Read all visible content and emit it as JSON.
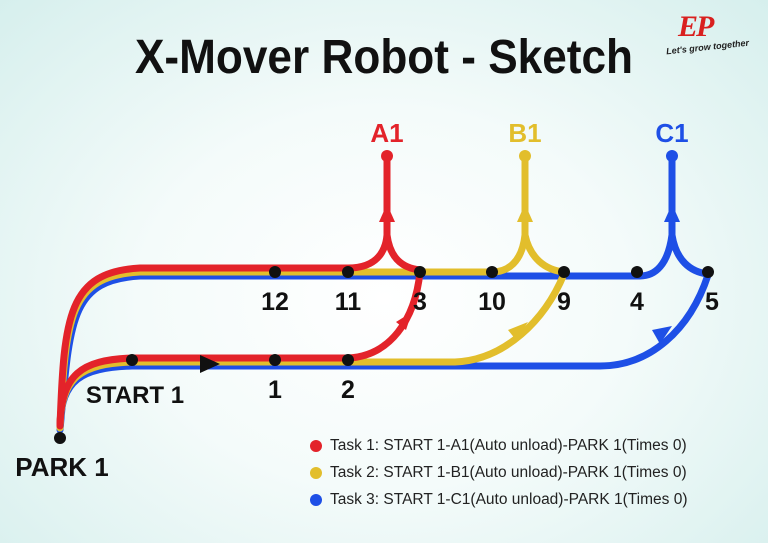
{
  "title": "X-Mover Robot - Sketch",
  "logo": {
    "mark": "EP",
    "tagline": "Let's grow together"
  },
  "colors": {
    "red": "#e3232a",
    "yellow": "#e2be2c",
    "blue": "#1e4fe6",
    "node": "#111111"
  },
  "nodes": {
    "park": "PARK 1",
    "start": "START 1",
    "n1": "1",
    "n2": "2",
    "n3": "3",
    "n4": "4",
    "n5": "5",
    "n9": "9",
    "n10": "10",
    "n11": "11",
    "n12": "12"
  },
  "targets": {
    "a1": "A1",
    "b1": "B1",
    "c1": "C1"
  },
  "legend": [
    {
      "color": "#e3232a",
      "text": "Task 1: START 1-A1(Auto unload)-PARK 1(Times 0)"
    },
    {
      "color": "#e2be2c",
      "text": "Task 2: START 1-B1(Auto unload)-PARK 1(Times 0)"
    },
    {
      "color": "#1e4fe6",
      "text": "Task 3: START 1-C1(Auto unload)-PARK 1(Times 0)"
    }
  ]
}
